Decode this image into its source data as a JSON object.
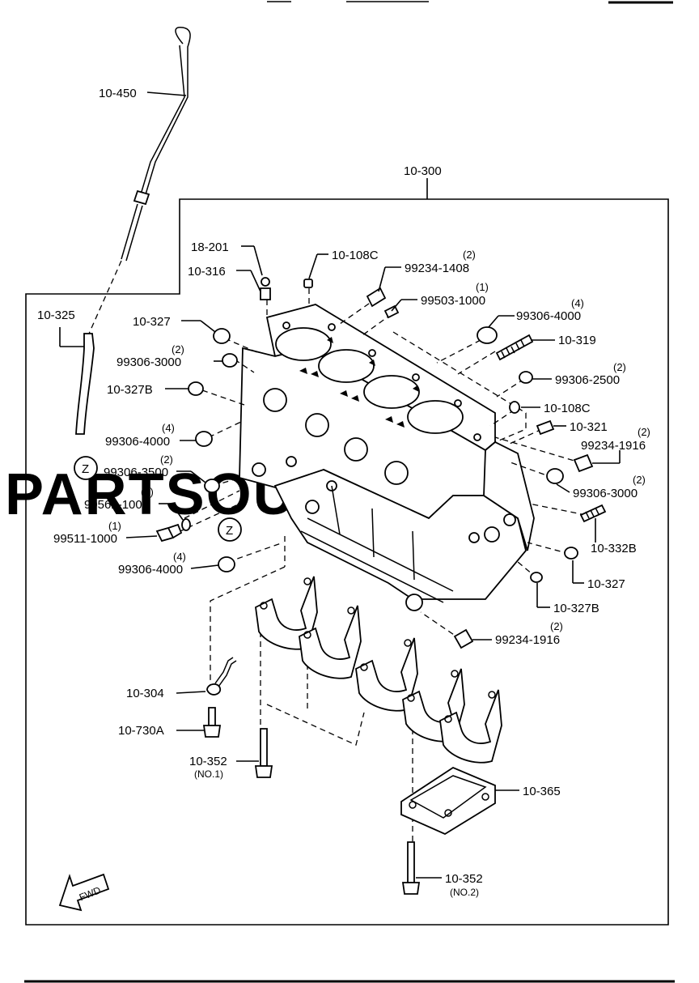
{
  "watermark": "PARTSOUQ.COM",
  "fwd_label": "FWD",
  "zone_marker": "Z",
  "assembly_label": "10-300",
  "labels": [
    {
      "id": "dipstick",
      "text": "10-450"
    },
    {
      "id": "dipstick-tube",
      "text": "10-325"
    },
    {
      "id": "plug-18-201",
      "text": "18-201"
    },
    {
      "id": "seal-10-316",
      "text": "10-316"
    },
    {
      "id": "dowel-10-108c-top",
      "text": "10-108C"
    },
    {
      "id": "dowel-99234-1408",
      "text": "99234-1408",
      "qty": "(2)"
    },
    {
      "id": "pin-99503-1000",
      "text": "99503-1000",
      "qty": "(1)"
    },
    {
      "id": "plug-99306-4000-top",
      "text": "99306-4000",
      "qty": "(4)"
    },
    {
      "id": "stud-10-319",
      "text": "10-319"
    },
    {
      "id": "plug-10-327-top",
      "text": "10-327"
    },
    {
      "id": "plug-99306-3000-left",
      "text": "99306-3000",
      "qty": "(2)"
    },
    {
      "id": "plug-10-327b-left",
      "text": "10-327B"
    },
    {
      "id": "plug-99306-2500",
      "text": "99306-2500",
      "qty": "(2)"
    },
    {
      "id": "dowel-10-108c-right",
      "text": "10-108C"
    },
    {
      "id": "bolt-10-321",
      "text": "10-321"
    },
    {
      "id": "dowel-99234-1916-right",
      "text": "99234-1916",
      "qty": "(2)"
    },
    {
      "id": "plug-99306-4000-left",
      "text": "99306-4000",
      "qty": "(4)"
    },
    {
      "id": "plug-99306-3500",
      "text": "99306-3500",
      "qty": "(2)"
    },
    {
      "id": "plug-99306-3000-right",
      "text": "99306-3000",
      "qty": "(2)"
    },
    {
      "id": "washer-99562-1000",
      "text": "99562-1000",
      "qty": "(1)"
    },
    {
      "id": "stud-10-332b",
      "text": "10-332B"
    },
    {
      "id": "bolt-99511-1000",
      "text": "99511-1000",
      "qty": "(1)"
    },
    {
      "id": "plug-10-327-right",
      "text": "10-327"
    },
    {
      "id": "plug-99306-4000-low",
      "text": "99306-4000",
      "qty": "(4)"
    },
    {
      "id": "plug-10-327b-right",
      "text": "10-327B"
    },
    {
      "id": "dowel-99234-1916-low",
      "text": "99234-1916",
      "qty": "(2)"
    },
    {
      "id": "jet-10-304",
      "text": "10-304"
    },
    {
      "id": "bolt-10-730a",
      "text": "10-730A"
    },
    {
      "id": "bolt-10-352-no1",
      "text": "10-352",
      "sub": "(NO.1)"
    },
    {
      "id": "girdle-10-365",
      "text": "10-365"
    },
    {
      "id": "bolt-10-352-no2",
      "text": "10-352",
      "sub": "(NO.2)"
    }
  ]
}
